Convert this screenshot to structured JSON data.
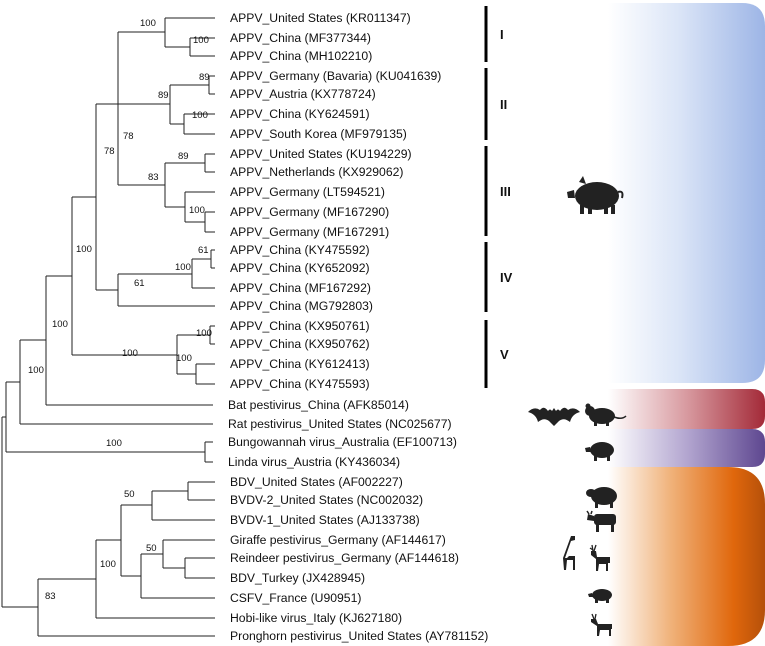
{
  "leaves": [
    "APPV_United States (KR011347)",
    "APPV_China (MF377344)",
    "APPV_China (MH102210)",
    "APPV_Germany (Bavaria) (KU041639)",
    "APPV_Austria (KX778724)",
    "APPV_China (KY624591)",
    "APPV_South Korea (MF979135)",
    "APPV_United States (KU194229)",
    "APPV_Netherlands (KX929062)",
    "APPV_Germany (LT594521)",
    "APPV_Germany (MF167290)",
    "APPV_Germany (MF167291)",
    "APPV_China (KY475592)",
    "APPV_China (KY652092)",
    "APPV_China (MF167292)",
    "APPV_China (MG792803)",
    "APPV_China (KX950761)",
    "APPV_China (KX950762)",
    "APPV_China (KY612413)",
    "APPV_China (KY475593)",
    "Bat pestivirus_China (AFK85014)",
    "Rat pestivirus_United States (NC025677)",
    "Bungowannah virus_Australia (EF100713)",
    "Linda virus_Austria (KY436034)",
    "BDV_United States (AF002227)",
    "BVDV-2_United States (NC002032)",
    "BVDV-1_United States (AJ133738)",
    "Giraffe pestivirus_Germany (AF144617)",
    "Reindeer pestivirus_Germany (AF144618)",
    "BDV_Turkey (JX428945)",
    "CSFV_France (U90951)",
    "Hobi-like virus_Italy (KJ627180)",
    "Pronghorn pestivirus_United States (AY781152)"
  ],
  "bootstrap": [
    {
      "id": "b1",
      "value": "100"
    },
    {
      "id": "b2",
      "value": "100"
    },
    {
      "id": "b3",
      "value": "89"
    },
    {
      "id": "b4",
      "value": "89"
    },
    {
      "id": "b5",
      "value": "100"
    },
    {
      "id": "b6",
      "value": "78"
    },
    {
      "id": "b7",
      "value": "78"
    },
    {
      "id": "b8",
      "value": "89"
    },
    {
      "id": "b9",
      "value": "83"
    },
    {
      "id": "b10",
      "value": "100"
    },
    {
      "id": "b11",
      "value": "61"
    },
    {
      "id": "b12",
      "value": "100"
    },
    {
      "id": "b13",
      "value": "61"
    },
    {
      "id": "b14",
      "value": "100"
    },
    {
      "id": "b15",
      "value": "100"
    },
    {
      "id": "b16",
      "value": "100"
    },
    {
      "id": "b17",
      "value": "100"
    },
    {
      "id": "b18",
      "value": "100"
    },
    {
      "id": "b19",
      "value": "100"
    },
    {
      "id": "b20",
      "value": "100"
    },
    {
      "id": "b21",
      "value": "50"
    },
    {
      "id": "b22",
      "value": "50"
    },
    {
      "id": "b23",
      "value": "100"
    },
    {
      "id": "b24",
      "value": "83"
    }
  ],
  "clades": [
    "I",
    "II",
    "III",
    "IV",
    "V"
  ],
  "host_icons": [
    "pig-icon",
    "bat-icon",
    "rat-icon",
    "pig-icon",
    "sheep-icon",
    "cattle-icon",
    "giraffe-icon",
    "reindeer-icon",
    "pig-icon",
    "pronghorn-icon"
  ],
  "host_bands": [
    {
      "name": "pig-band",
      "color": "#a9bfe9"
    },
    {
      "name": "bat-rat-band",
      "color": "#a7333f"
    },
    {
      "name": "bungowannah-linda-band",
      "color": "#6b4f9a"
    },
    {
      "name": "ruminant-band",
      "color": "#c9580a"
    }
  ]
}
